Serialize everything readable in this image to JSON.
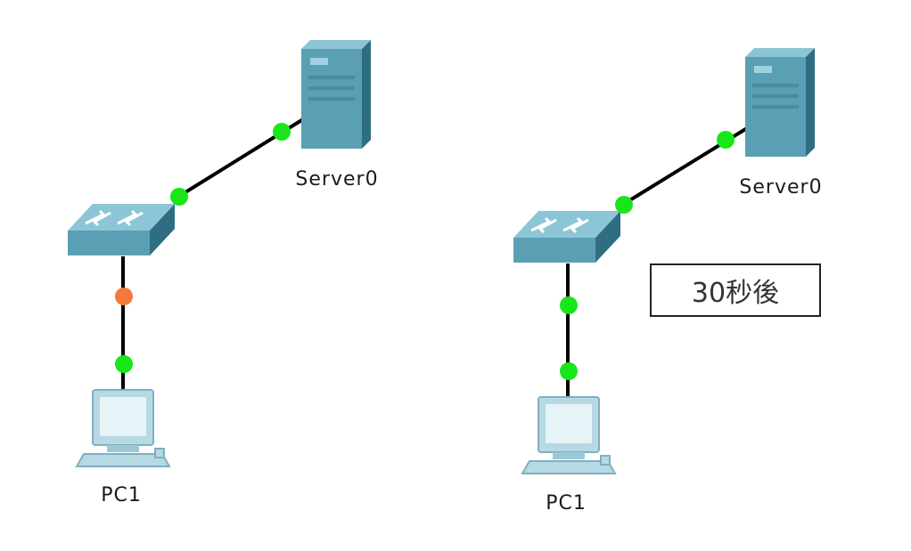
{
  "colors": {
    "link": "#000000",
    "port_up": "#19e619",
    "port_blocking": "#f27b3c",
    "device_body": "#5a9fb4",
    "device_dark": "#2f6e82",
    "device_light": "#8cc6d6"
  },
  "left": {
    "server_label": "Server0",
    "pc_label": "PC1",
    "switch_pc_link_port_state": "blocking"
  },
  "right": {
    "server_label": "Server0",
    "pc_label": "PC1",
    "switch_pc_link_port_state": "forwarding"
  },
  "note": {
    "text": "30秒後"
  }
}
